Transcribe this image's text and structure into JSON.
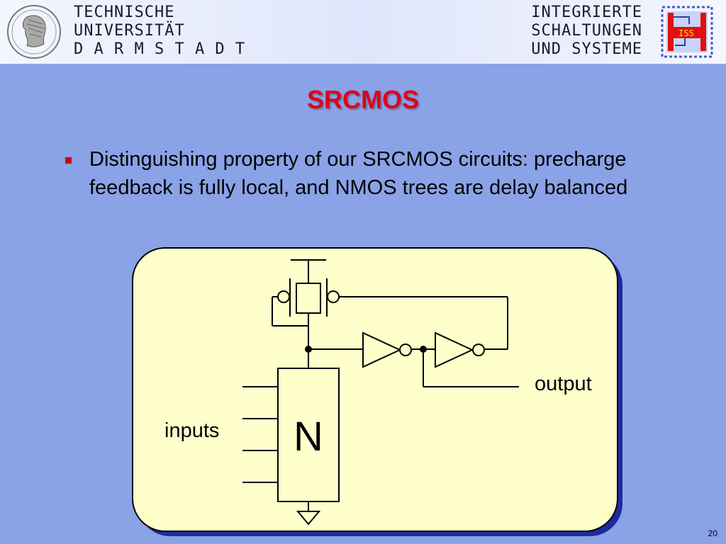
{
  "header": {
    "left_lines": [
      "TECHNISCHE",
      "UNIVERSITÄT",
      "D A R M S T A D T"
    ],
    "right_lines": [
      "INTEGRIERTE",
      "SCHALTUNGEN",
      "UND SYSTEME"
    ],
    "iss_logo_text": "ISS"
  },
  "slide": {
    "title": "SRCMOS",
    "bullet": "Distinguishing property of our SRCMOS circuits: precharge feedback is fully local, and NMOS trees are delay balanced",
    "page_number": "20"
  },
  "diagram": {
    "output_label": "output",
    "inputs_label": "inputs",
    "block_label": "N"
  },
  "colors": {
    "background": "#8aa2e6",
    "title": "#e0001a",
    "panel": "#ffffcc",
    "bullet": "#d00000"
  }
}
